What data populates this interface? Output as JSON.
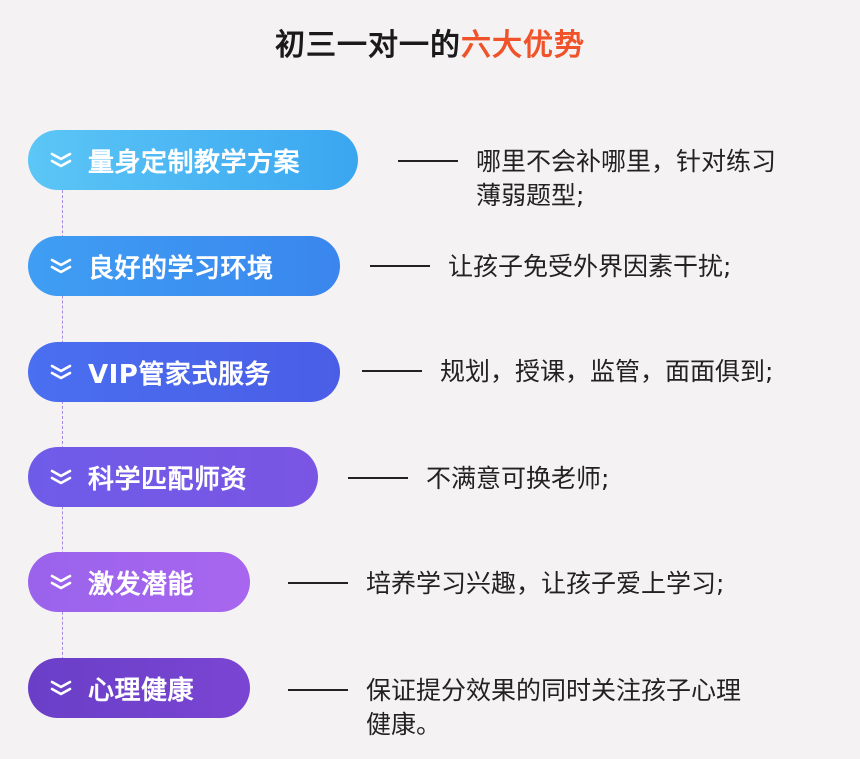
{
  "title": {
    "prefix": "初三一对一的",
    "highlight": "六大优势",
    "highlight_color": "#f0532a"
  },
  "items": [
    {
      "label": "量身定制教学方案",
      "desc_line1": "哪里不会补哪里，针对练习",
      "desc_line2": "薄弱题型;",
      "color_start": "#5cc6f6",
      "color_end": "#3aa6f0",
      "icon": "chevron-down-double-icon"
    },
    {
      "label": "良好的学习环境",
      "desc_line1": "让孩子免受外界因素干扰;",
      "desc_line2": "",
      "color_start": "#3f9ef3",
      "color_end": "#3a86ee",
      "icon": "chevron-down-double-icon"
    },
    {
      "label": "VIP管家式服务",
      "desc_line1": "规划，授课，监管，面面俱到;",
      "desc_line2": "",
      "color_start": "#4a6ff0",
      "color_end": "#4a5de6",
      "icon": "chevron-down-double-icon"
    },
    {
      "label": "科学匹配师资",
      "desc_line1": "不满意可换老师;",
      "desc_line2": "",
      "color_start": "#6e5ce9",
      "color_end": "#7a55e3",
      "icon": "chevron-down-double-icon"
    },
    {
      "label": "激发潜能",
      "desc_line1": "培养学习兴趣，让孩子爱上学习;",
      "desc_line2": "",
      "color_start": "#9a63ec",
      "color_end": "#a866ee",
      "icon": "chevron-down-double-icon"
    },
    {
      "label": "心理健康",
      "desc_line1": "保证提分效果的同时关注孩子心理",
      "desc_line2": "健康。",
      "color_start": "#6a3fc8",
      "color_end": "#7a45d2",
      "icon": "chevron-down-double-icon"
    }
  ]
}
